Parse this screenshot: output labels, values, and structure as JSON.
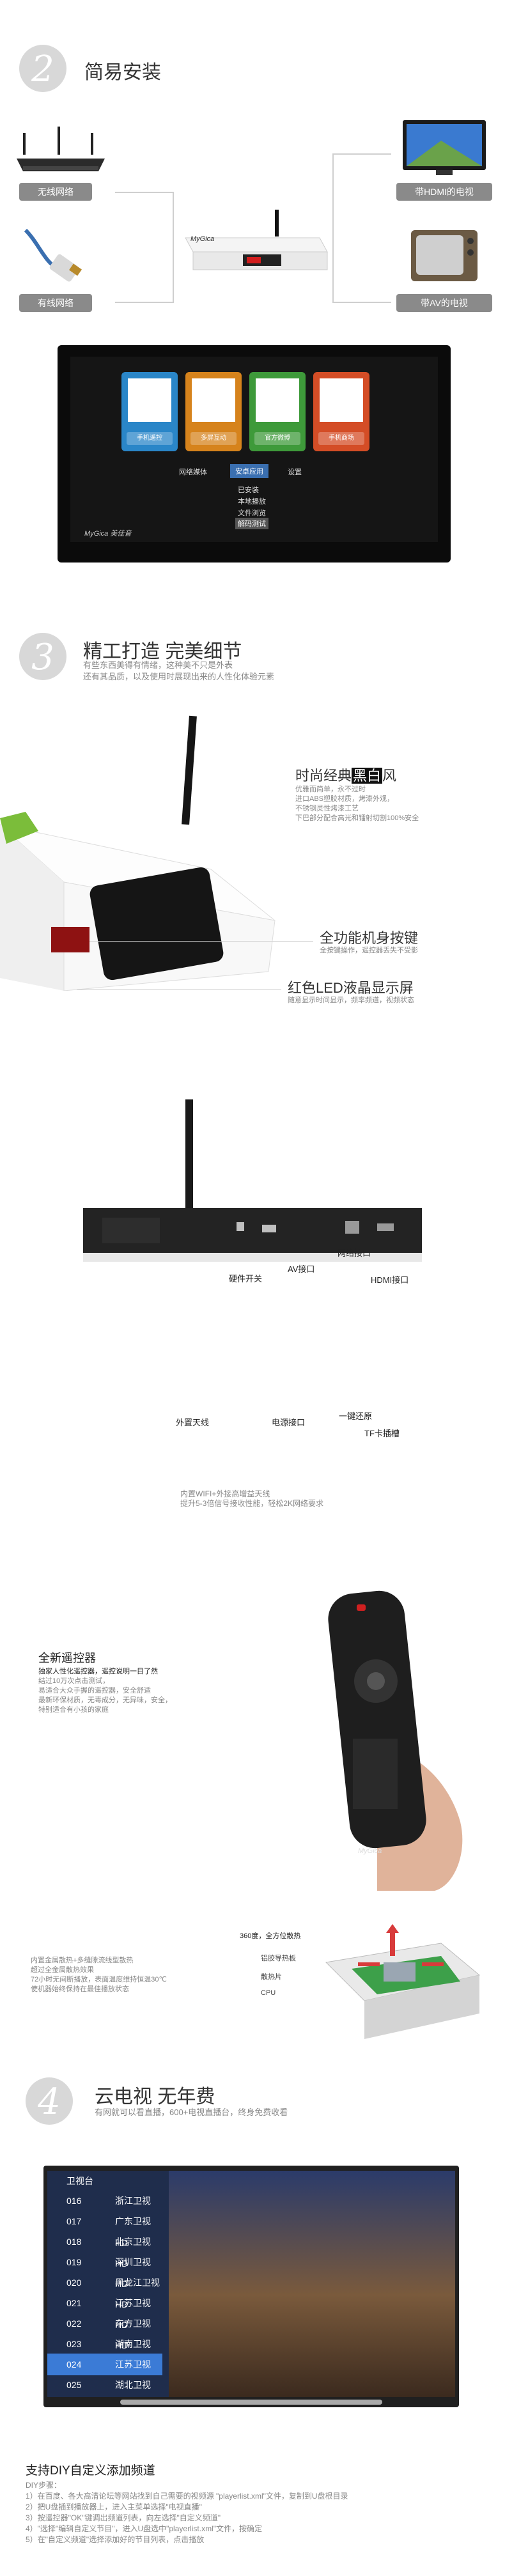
{
  "section2": {
    "number": "2",
    "title": "简易安装",
    "left_labels": [
      "无线网络",
      "有线网络"
    ],
    "right_labels": [
      "带HDMI的电视",
      "带AV的电视"
    ],
    "device_brand": "MyGica",
    "tv_screen": {
      "qr_labels": [
        "手机遥控",
        "多屏互动",
        "官方微博",
        "手机商场"
      ],
      "qr_colors": [
        "#2a86c8",
        "#d6831c",
        "#3e9a3a",
        "#d44d26"
      ],
      "menu_tabs": [
        "网络媒体",
        "安卓应用",
        "设置"
      ],
      "menu_items": [
        "已安装",
        "本地播放",
        "文件浏览",
        "解码测试"
      ],
      "brand": "MyGica 美佳音"
    }
  },
  "section3": {
    "number": "3",
    "title": "精工打造 完美细节",
    "subtitle": [
      "有些东西美得有情绪，这种美不只是外表",
      "还有其品质，以及使用时展现出来的人性化体验元素"
    ],
    "feature1": {
      "title_a": "时尚经典",
      "title_b": "黑白",
      "title_c": "风",
      "desc": [
        "优雅而简单，永不过时",
        "进口ABS塑胶材质，烤漆外观，",
        "不锈钢灵性烤漆工艺",
        "下巴部分配合高光和镭射切割100%安全"
      ]
    },
    "feature2": {
      "title": "全功能机身按键",
      "desc": "全按键操作，遥控器丢失不受影"
    },
    "feature3": {
      "title": "红色LED液晶显示屏",
      "desc": "随意显示时间显示，频率频道，视频状态"
    },
    "back_labels": {
      "switch": "硬件开关",
      "av": "AV接口",
      "lan": "网络接口",
      "hdmi": "HDMI接口",
      "antenna": "外置天线",
      "power": "电源接口",
      "reset": "一键还原",
      "tf": "TF卡插槽"
    },
    "wifi_desc": [
      "内置WIFI+外接高增益天线",
      "提升5-3倍信号接收性能，轻松2K网络要求"
    ],
    "remote": {
      "title": "全新遥控器",
      "lines": [
        "独家人性化遥控器，遥控说明一目了然",
        "结过10万次点击测试，",
        "易适合大众手握的遥控器，安全舒适",
        "最新环保材质，无毒成分，无异味，安全，",
        "特别适合有小孩的家庭"
      ],
      "brand": "MyGica"
    },
    "cooling": {
      "desc": [
        "内置金属散热+多缝隙流线型散热",
        "超过全金属散热效果",
        "72小时无间断播放，表面温度维持恒温30℃",
        "使机器始终保持在最佳播放状态"
      ],
      "label_360": "360度，全方位散热",
      "parts": [
        "铝胶导热板",
        "散热片",
        "CPU"
      ]
    }
  },
  "section4": {
    "number": "4",
    "title": "云电视 无年费",
    "subtitle": "有网就可以看直播，600+电视直播台，终身免费收看",
    "panel_title": "卫视台",
    "channels": [
      {
        "n": "016",
        "t": "浙江卫视"
      },
      {
        "n": "017",
        "t": "广东卫视HD"
      },
      {
        "n": "018",
        "t": "北京卫视HD"
      },
      {
        "n": "019",
        "t": "深圳卫视HD"
      },
      {
        "n": "020",
        "t": "黑龙江卫视HD"
      },
      {
        "n": "021",
        "t": "江苏卫视HD"
      },
      {
        "n": "022",
        "t": "东方卫视HD"
      },
      {
        "n": "023",
        "t": "湖南卫视"
      },
      {
        "n": "024",
        "t": "江苏卫视"
      },
      {
        "n": "025",
        "t": "湖北卫视"
      }
    ],
    "diy_title": "支持DIY自定义添加频道",
    "diy_steps": [
      "DIY步骤：",
      "1）在百度、各大高清论坛等网站找到自己需要的视频源 \"playerlist.xml\"文件，复制到U盘根目录",
      "2）把U盘插到播放器上，进入主菜单选择\"电视直播\"",
      "3）按遥控器\"OK\"键调出频道列表，向左选择\"自定义频道\"",
      "4）\"选择\"编辑自定义节目\"，进入U盘选中\"playerlist.xml\"文件，按确定",
      "5）在\"自定义频道\"选择添加好的节目列表，点击播放"
    ]
  }
}
